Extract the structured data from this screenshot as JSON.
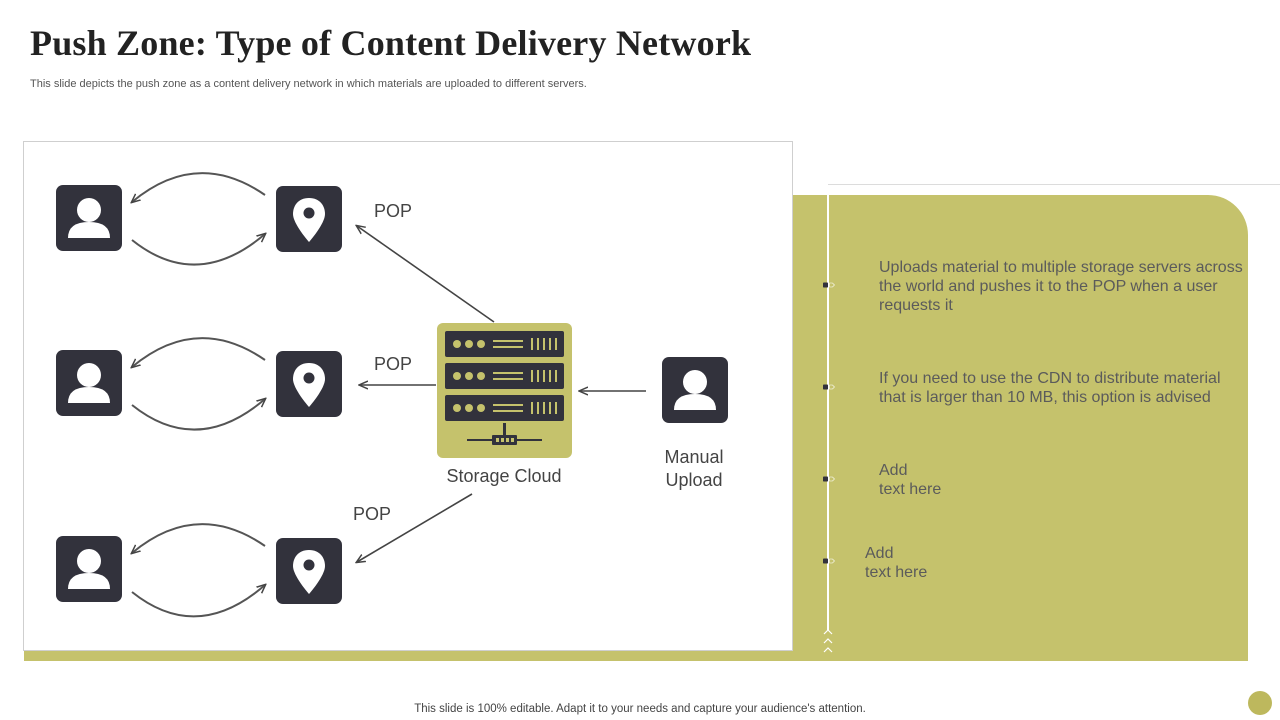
{
  "slide": {
    "title": "Push Zone: Type of Content Delivery Network",
    "subtitle": "This slide depicts the push zone as a content delivery network in which materials are uploaded to different servers.",
    "footer": "This slide is 100% editable. Adapt it to your needs and capture your audience's attention."
  },
  "diagram": {
    "pop_labels": [
      "POP",
      "POP",
      "POP"
    ],
    "storage_label": "Storage Cloud",
    "manual_upload_label_line1": "Manual",
    "manual_upload_label_line2": "Upload",
    "icons": [
      "user-icon",
      "location-pin-icon",
      "server-rack-icon"
    ]
  },
  "points": [
    {
      "line1": "Uploads material to multiple storage servers across",
      "line2": "the world and pushes it to the POP when a user",
      "line3": "requests it"
    },
    {
      "line1": "If you need to use the CDN to distribute material",
      "line2": "that is larger than 10 MB, this option is advised"
    },
    {
      "line1": "Add",
      "line2": "text here"
    },
    {
      "line1": "Add",
      "line2": "text here"
    }
  ],
  "colors": {
    "olive": "#c5c26c",
    "dark_tile": "#32323c",
    "accent_dot": "#bdb85d"
  }
}
